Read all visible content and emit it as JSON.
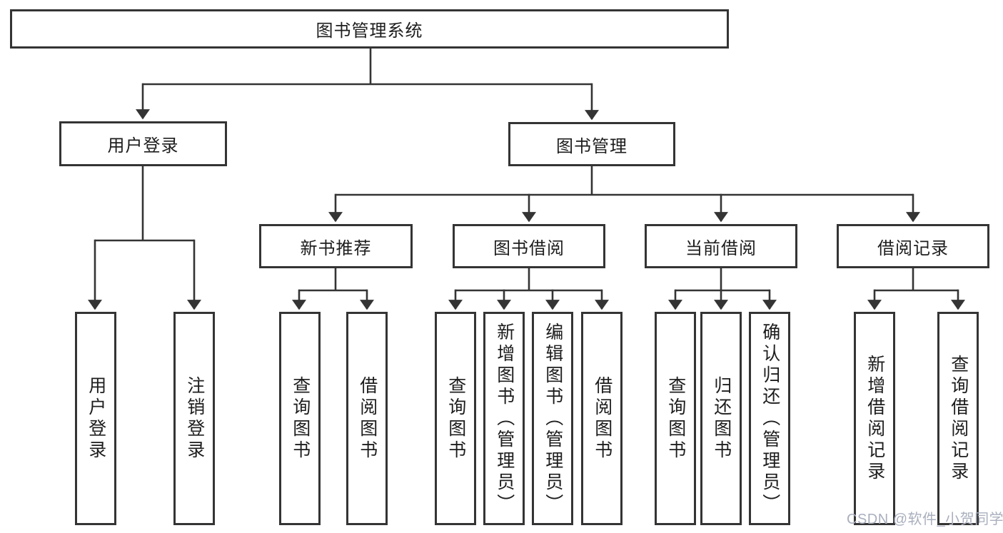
{
  "root": {
    "label": "图书管理系统"
  },
  "level2": {
    "user_login": {
      "label": "用户登录"
    },
    "book_mgmt": {
      "label": "图书管理"
    }
  },
  "level3": {
    "new_books": {
      "label": "新书推荐"
    },
    "borrow": {
      "label": "图书借阅"
    },
    "current": {
      "label": "当前借阅"
    },
    "records": {
      "label": "借阅记录"
    }
  },
  "leaves": {
    "user_login": [
      "用户登录",
      "注销登录"
    ],
    "new_books": [
      "查询图书",
      "借阅图书"
    ],
    "borrow": [
      "查询图书",
      "新增图书（管理员）",
      "编辑图书（管理员）",
      "借阅图书"
    ],
    "current": [
      "查询图书",
      "归还图书",
      "确认归还（管理员）"
    ],
    "records": [
      "新增借阅记录",
      "查询借阅记录"
    ]
  },
  "watermark": "CSDN @软件_小贺同学",
  "colors": {
    "line": "#343434",
    "text": "#1d1d1d",
    "watermark": "#a9afbd",
    "background": "#ffffff"
  }
}
